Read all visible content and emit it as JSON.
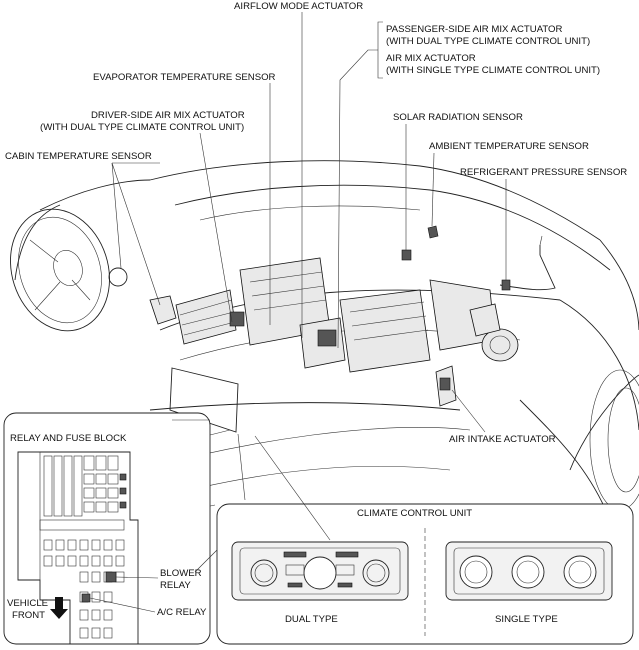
{
  "labels": {
    "airflow_mode": "AIRFLOW MODE ACTUATOR",
    "passenger_mix_1": "PASSENGER-SIDE AIR MIX ACTUATOR",
    "passenger_mix_2": "(WITH DUAL TYPE CLIMATE CONTROL UNIT)",
    "air_mix_1": "AIR MIX ACTUATOR",
    "air_mix_2": "(WITH SINGLE TYPE CLIMATE CONTROL UNIT)",
    "evaporator": "EVAPORATOR TEMPERATURE SENSOR",
    "driver_mix_1": "DRIVER-SIDE AIR MIX ACTUATOR",
    "driver_mix_2": "(WITH DUAL TYPE CLIMATE CONTROL UNIT)",
    "solar": "SOLAR RADIATION SENSOR",
    "ambient": "AMBIENT TEMPERATURE SENSOR",
    "cabin": "CABIN TEMPERATURE SENSOR",
    "refrigerant": "REFRIGERANT PRESSURE SENSOR",
    "air_intake": "AIR INTAKE ACTUATOR"
  },
  "relay_box": {
    "title": "RELAY AND FUSE BLOCK",
    "blower_1": "BLOWER",
    "blower_2": "RELAY",
    "ac_relay": "A/C RELAY",
    "vehicle_1": "VEHICLE",
    "vehicle_2": "FRONT"
  },
  "climate_box": {
    "title": "CLIMATE CONTROL UNIT",
    "dual": "DUAL TYPE",
    "single": "SINGLE TYPE"
  }
}
